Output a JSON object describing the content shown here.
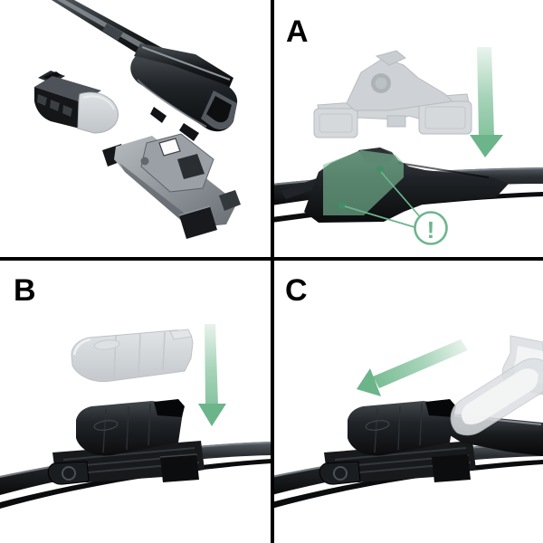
{
  "panels": {
    "step_a": {
      "label": "A"
    },
    "step_b": {
      "label": "B"
    },
    "step_c": {
      "label": "C"
    }
  },
  "warning": {
    "symbol": "!"
  },
  "icons": {
    "panel_a_arrow": "arrow-down",
    "panel_b_arrow": "arrow-down",
    "panel_c_arrow": "arrow-down-left",
    "warning_badge": "exclamation-circle"
  },
  "colors": {
    "background": "#ffffff",
    "divider": "#000000",
    "panel_label": "#000000",
    "arrow_green": "#6cb489",
    "arrow_green_light": "#eaf4ee",
    "highlight_green": "#7fc49c",
    "marker_green": "#448f68",
    "warning_green": "#6db58d",
    "part_dark": "#0b0c0d",
    "part_gray": "#8f959a",
    "ghost_gray": "#ced2d5"
  }
}
